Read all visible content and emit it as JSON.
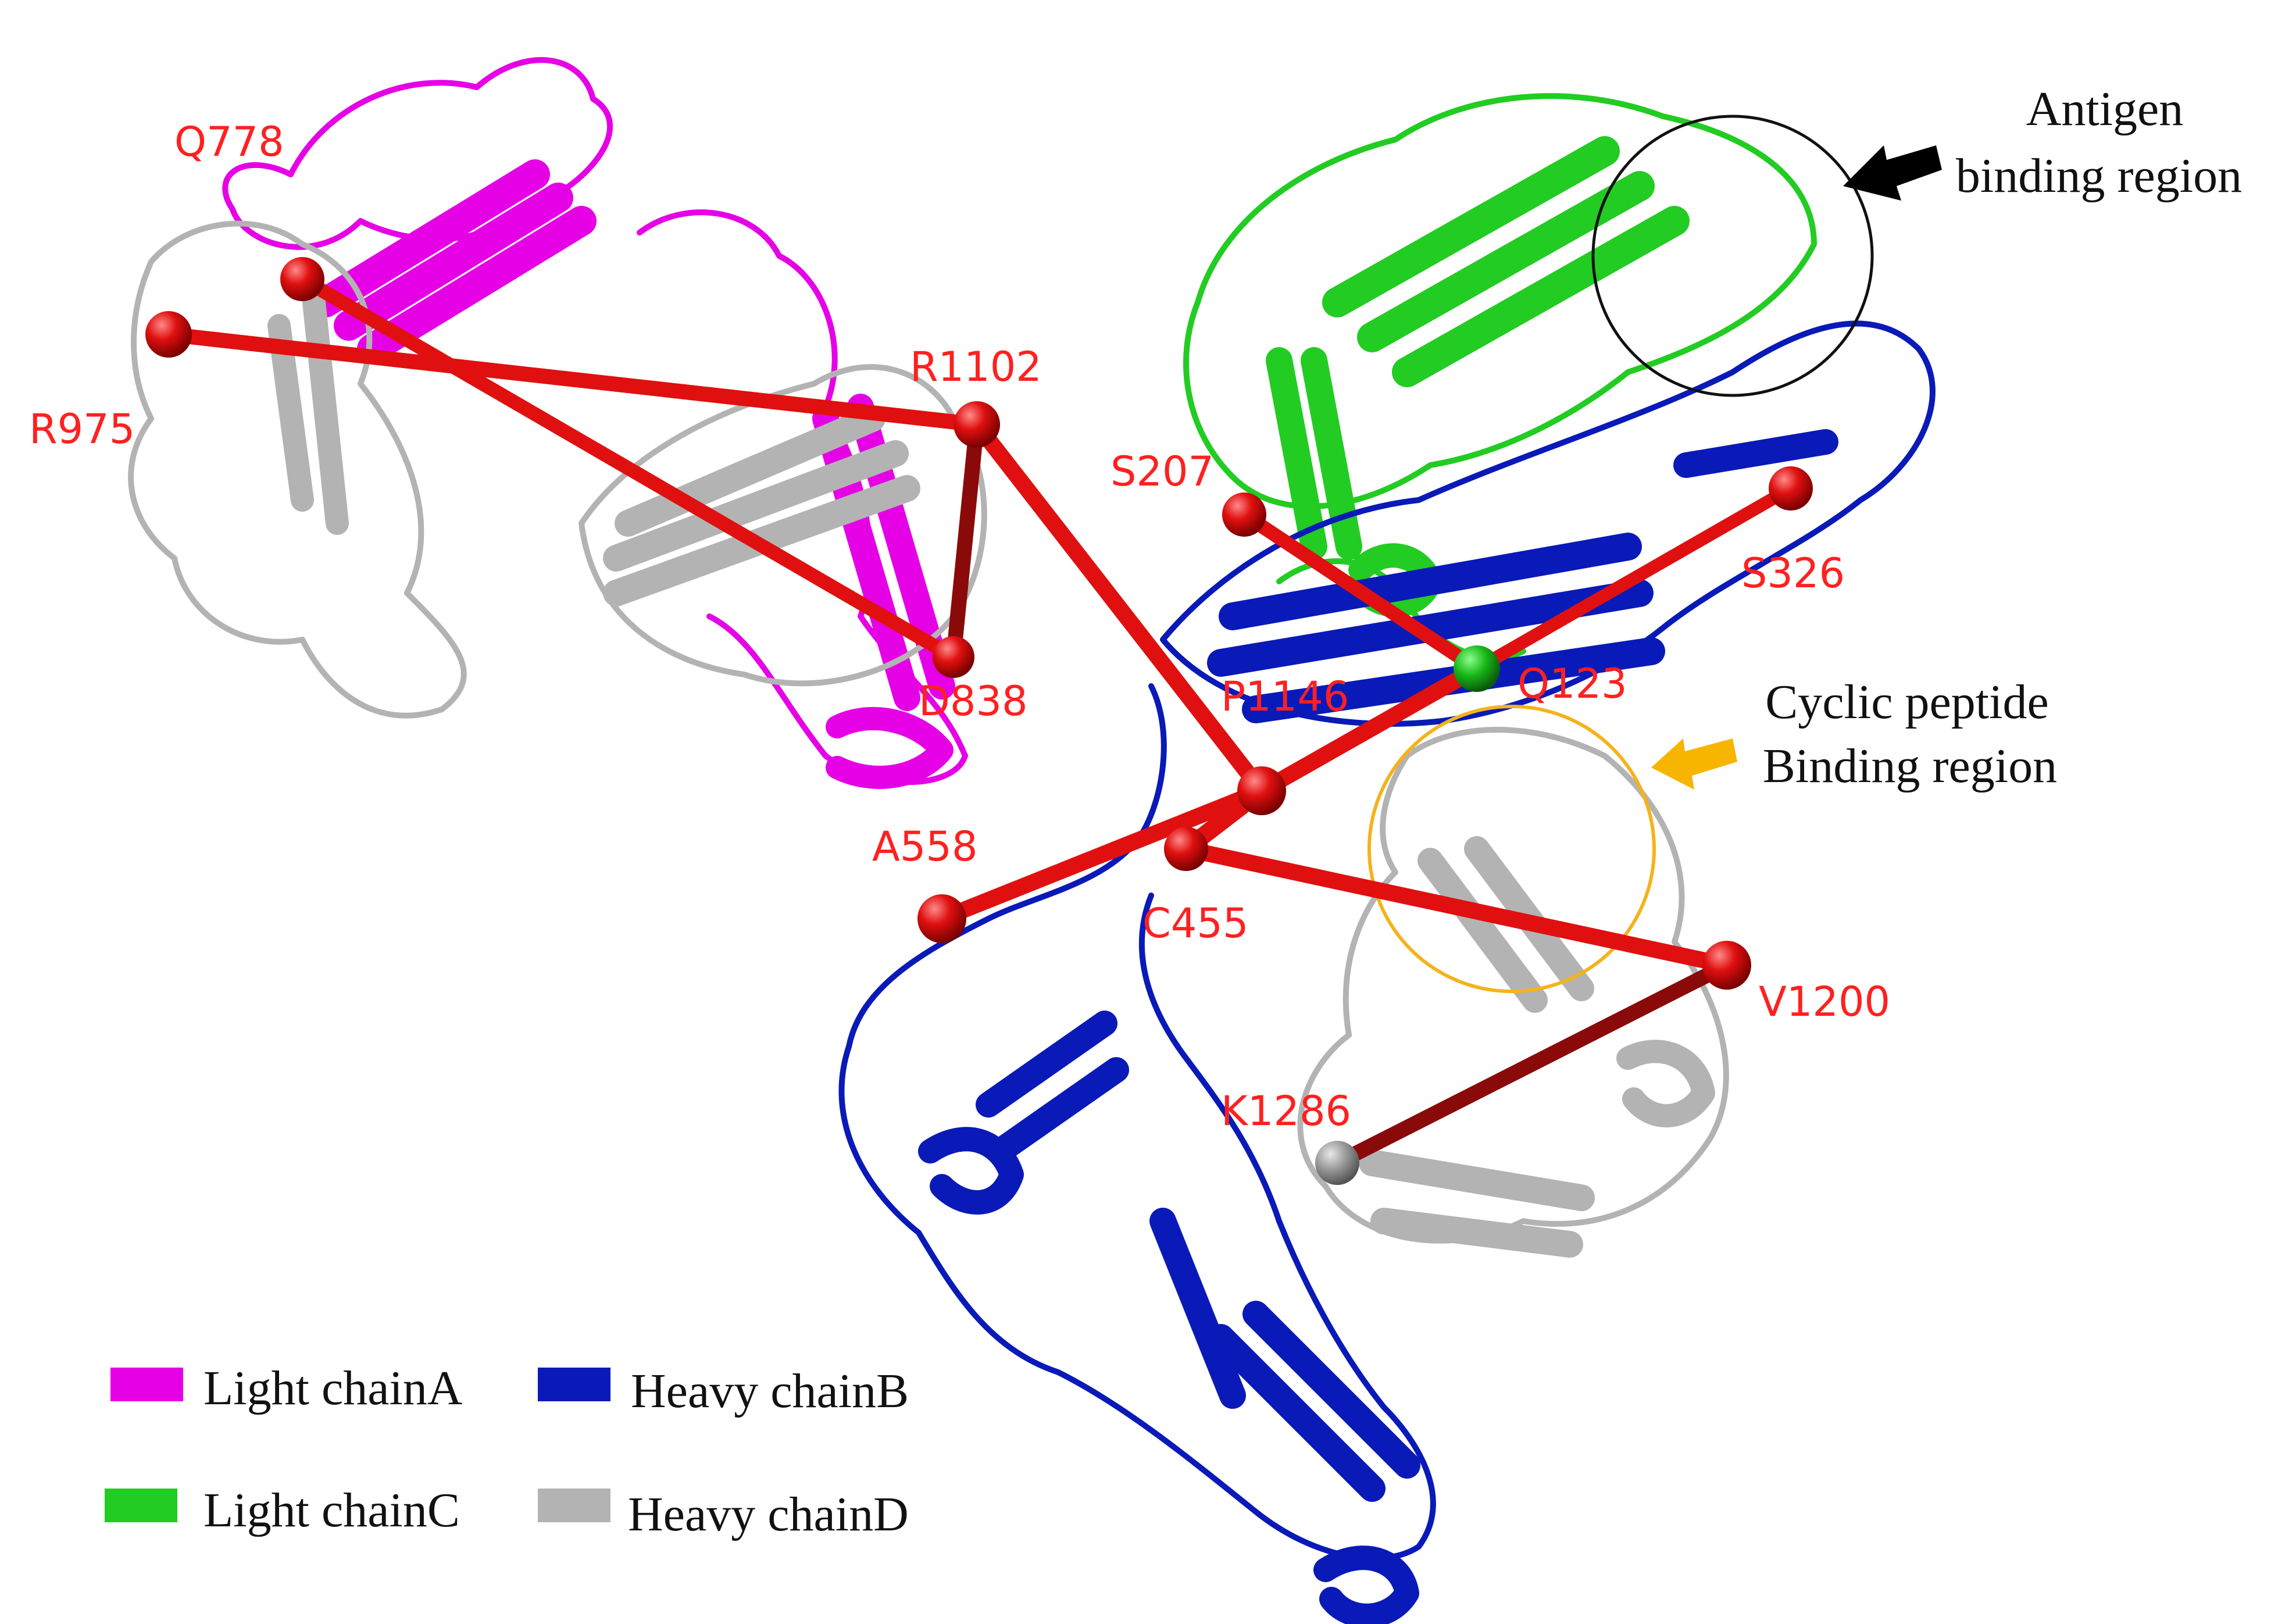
{
  "colors": {
    "light_chain_a": "#e600e6",
    "heavy_chain_b": "#0a1ab8",
    "light_chain_c": "#22cc22",
    "heavy_chain_d": "#b3b3b3",
    "label": "#ff2020",
    "link": "#e01010",
    "link_dark": "#8a0a0a",
    "antigen_circle": "#111111",
    "peptide_circle": "#f5b21b",
    "antigen_arrow": "#000000",
    "peptide_arrow": "#f7b500"
  },
  "residues": [
    {
      "id": "Q778",
      "label": "Q778"
    },
    {
      "id": "R975",
      "label": "R975"
    },
    {
      "id": "R1102",
      "label": "R1102"
    },
    {
      "id": "D838",
      "label": "D838"
    },
    {
      "id": "S207",
      "label": "S207"
    },
    {
      "id": "S326",
      "label": "S326"
    },
    {
      "id": "Q123",
      "label": "Q123"
    },
    {
      "id": "P1146",
      "label": "P1146"
    },
    {
      "id": "A558",
      "label": "A558"
    },
    {
      "id": "C455",
      "label": "C455"
    },
    {
      "id": "V1200",
      "label": "V1200"
    },
    {
      "id": "K1286",
      "label": "K1286"
    }
  ],
  "annotations": {
    "antigen_line1": "Antigen",
    "antigen_line2": "binding region",
    "peptide_line1": "Cyclic peptide",
    "peptide_line2": "Binding region"
  },
  "legend": [
    {
      "label": "Light chainA",
      "color_key": "light_chain_a"
    },
    {
      "label": "Heavy chainB",
      "color_key": "heavy_chain_b"
    },
    {
      "label": "Light chainC",
      "color_key": "light_chain_c"
    },
    {
      "label": "Heavy chainD",
      "color_key": "heavy_chain_d"
    }
  ]
}
